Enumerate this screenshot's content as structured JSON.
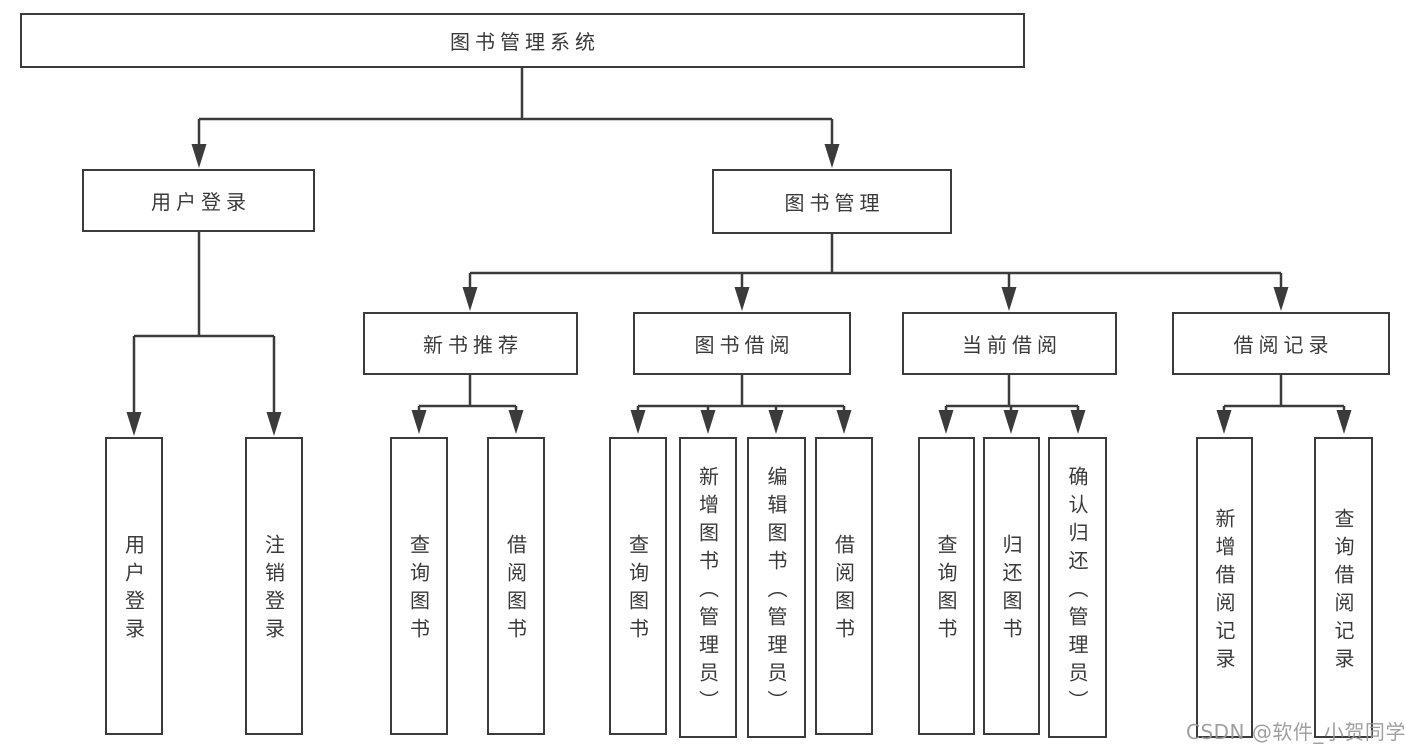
{
  "diagram": {
    "title": "图书管理系统",
    "branches": [
      {
        "label": "用户登录",
        "children": [
          {
            "label": "用户登录"
          },
          {
            "label": "注销登录"
          }
        ]
      },
      {
        "label": "图书管理",
        "children": [
          {
            "label": "新书推荐",
            "children": [
              {
                "label": "查询图书"
              },
              {
                "label": "借阅图书"
              }
            ]
          },
          {
            "label": "图书借阅",
            "children": [
              {
                "label": "查询图书"
              },
              {
                "label": "新增图书（管理员）"
              },
              {
                "label": "编辑图书（管理员）"
              },
              {
                "label": "借阅图书"
              }
            ]
          },
          {
            "label": "当前借阅",
            "children": [
              {
                "label": "查询图书"
              },
              {
                "label": "归还图书"
              },
              {
                "label": "确认归还（管理员）"
              }
            ]
          },
          {
            "label": "借阅记录",
            "children": [
              {
                "label": "新增借阅记录"
              },
              {
                "label": "查询借阅记录"
              }
            ]
          }
        ]
      }
    ]
  },
  "watermark": {
    "text": "CSDN @软件_小贺同学"
  },
  "colors": {
    "line": "#3b3b3b",
    "text": "#3a3a3a",
    "watermark": "#989898",
    "background": "#ffffff"
  }
}
